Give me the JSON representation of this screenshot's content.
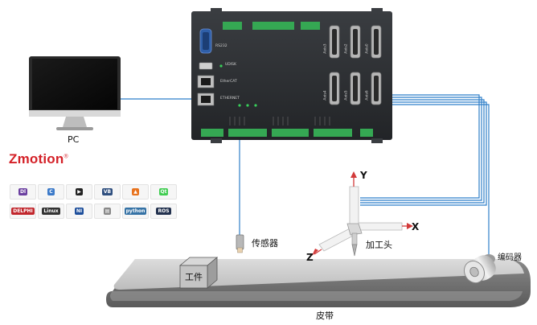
{
  "labels": {
    "pc": "PC",
    "brand": "Zmotion",
    "brand_mark": "®",
    "sensor": "传感器",
    "workpiece": "工件",
    "belt": "皮带",
    "encoder": "编码器",
    "axis_x": "X",
    "axis_y": "Y",
    "axis_z": "Z",
    "tool_head": "加工头"
  },
  "controller": {
    "port_rs232": "RS232",
    "port_udisk": "UDISK",
    "port_ethercat": "EtherCAT",
    "port_ethernet": "ETHERNET",
    "axis_ports": [
      "Axis3",
      "Axis2",
      "Axis0",
      "Axis4",
      "Axis5",
      "Axis6"
    ]
  },
  "software_logos": [
    {
      "icon": "labview-logo",
      "text": "Dl",
      "color": "#6b3fa0"
    },
    {
      "icon": "c-language-logo",
      "text": "C",
      "color": "#3c7ac9"
    },
    {
      "icon": "vs-code-logo",
      "text": "▶",
      "color": "#222222"
    },
    {
      "icon": "vb-logo",
      "text": "VB",
      "color": "#2f4f7f"
    },
    {
      "icon": "matlab-logo",
      "text": "▲",
      "color": "#e8731e"
    },
    {
      "icon": "qt-logo",
      "text": "Qt",
      "color": "#41cd52"
    },
    {
      "icon": "delphi-logo",
      "text": "DELPHI",
      "color": "#c1272d"
    },
    {
      "icon": "linux-logo",
      "text": "Linux",
      "color": "#333333"
    },
    {
      "icon": "ni-logo",
      "text": "NI",
      "color": "#1d4e9b"
    },
    {
      "icon": "printer-logo",
      "text": "▤",
      "color": "#888888"
    },
    {
      "icon": "python-logo",
      "text": "python",
      "color": "#3572a5"
    },
    {
      "icon": "ros-logo",
      "text": "ROS",
      "color": "#22314e"
    }
  ],
  "colors": {
    "cable": "#2f7fc9",
    "brand": "#d42027",
    "terminal_green": "#35a853",
    "controller_body": "#2b2d30",
    "belt": "#6e6e6e"
  }
}
